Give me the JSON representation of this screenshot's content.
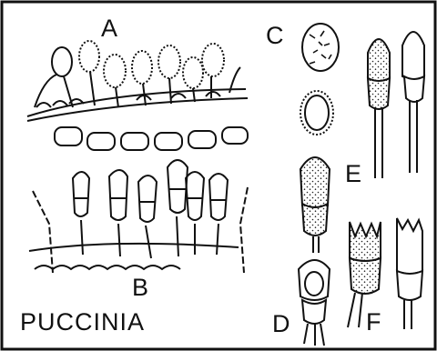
{
  "figure": {
    "title": "PUCCINIA",
    "panels": [
      {
        "id": "a",
        "label": "A"
      },
      {
        "id": "b",
        "label": "B"
      },
      {
        "id": "c",
        "label": "C"
      },
      {
        "id": "d",
        "label": "D"
      },
      {
        "id": "e",
        "label": "E"
      },
      {
        "id": "f",
        "label": "F"
      }
    ]
  },
  "colors": {
    "ink": "#111111",
    "paper": "#ffffff"
  }
}
